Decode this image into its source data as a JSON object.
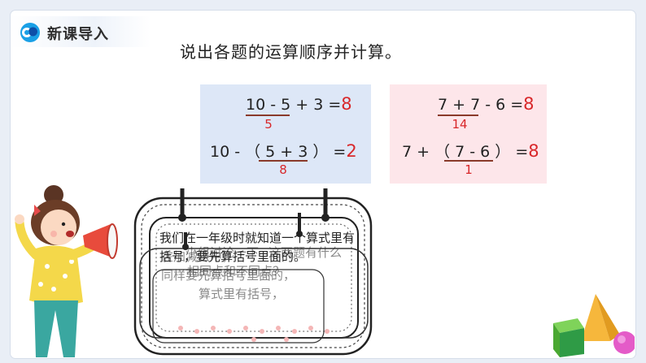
{
  "header": {
    "title": "新课导入"
  },
  "instruction": "说出各题的运算顺序并计算。",
  "left_card": {
    "eq1": {
      "expr": "10 - 5 + 3 =",
      "result": "8",
      "step": "5"
    },
    "eq2": {
      "expr": "10 - （ 5 + 3 ） =",
      "result": "2",
      "step": "8"
    }
  },
  "right_card": {
    "eq1": {
      "expr": "7 + 7 - 6 =",
      "result": "8",
      "step": "14"
    },
    "eq2": {
      "expr": "7 + （ 7 - 6 ） =",
      "result": "8",
      "step": "1"
    }
  },
  "bubble": {
    "main": "我们在一年级时就知道一个算式里有括号，要先算括号里面的。",
    "ghost_lines": [
      "在加减法中，",
      "同样要先算括号里面的，",
      "算式里有括号，",
      "小组讨论一下",
      "这两题有什么",
      "相同点和不同点？"
    ]
  },
  "colors": {
    "accent_red": "#d8272a",
    "left_card_bg": "#dde7f7",
    "right_card_bg": "#fde6ea"
  }
}
